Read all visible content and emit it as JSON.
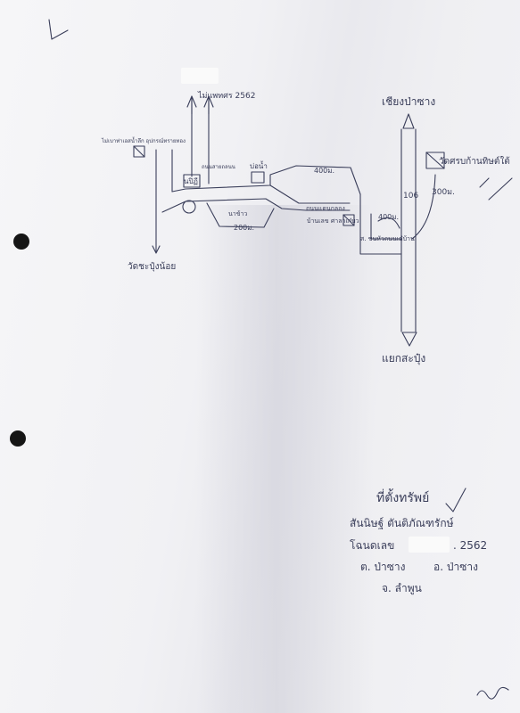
{
  "map": {
    "date_note": "ไม่แพทศร 2562",
    "top_destination": "เชียงป่าซาง",
    "bottom_destination": "แยกสะปุ๋ง",
    "left_destination": "วัดชะปุ๋งน้อย",
    "temple_label": "วัดศรบก้านทิษต์ใต้",
    "road_number": "106",
    "distance_400_upper": "400ม.",
    "distance_400_lower": "400ม.",
    "distance_300": "300ม.",
    "distance_200": "200ม.",
    "label_shop": "นปิฏี",
    "label_well": "บ่อน้ำ",
    "label_road_small": "ถนนสายถลนน",
    "label_paddy": "นาข้าว",
    "label_road_name": "ถนนแดนกลอง",
    "label_house_left": "ไม่เบาท่าเอสน้ำลึก อุปกรณ์ทรายทอง",
    "label_house_right": "บ้านเลข ศาลาเก๋บว",
    "label_junction": "ส. ขนหัวถนนเต๋บ้าน"
  },
  "note": {
    "heading": "ที่ตั้งทรัพย์",
    "name_line": "สันนิษฐ์ ตันติภัณฑรักษ์",
    "deed_prefix": "โฉนดเลข",
    "deed_suffix": ". 2562",
    "subdistrict": "ต. ป่าซาง",
    "district": "อ. ป่าซาง",
    "province": "จ. ลำพูน"
  },
  "colors": {
    "ink": "#3a3e5a",
    "paper": "#f4f4f6",
    "hole": "#151515"
  }
}
